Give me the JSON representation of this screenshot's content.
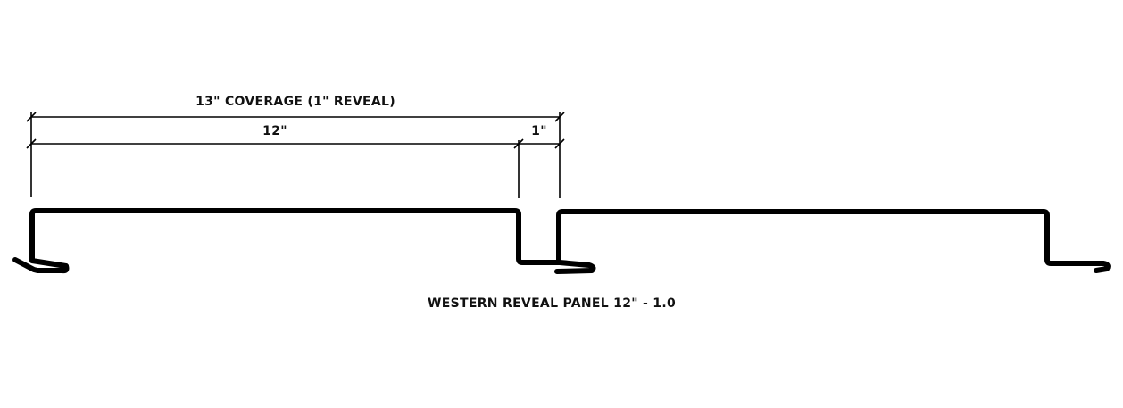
{
  "diagram": {
    "title": "WESTERN REVEAL PANEL 12\" - 1.0",
    "dimensions": {
      "coverage_label": "13\" COVERAGE (1\" REVEAL)",
      "panel_width_label": "12\"",
      "reveal_label": "1\""
    },
    "colors": {
      "stroke": "#000000",
      "background": "#ffffff",
      "text": "#111111"
    },
    "elements": [
      {
        "type": "dimension-line",
        "name": "coverage",
        "value": "13\""
      },
      {
        "type": "dimension-line",
        "name": "panel-width",
        "value": "12\""
      },
      {
        "type": "dimension-line",
        "name": "reveal",
        "value": "1\""
      },
      {
        "type": "panel-profile",
        "name": "panel-1"
      },
      {
        "type": "panel-profile",
        "name": "panel-2"
      }
    ]
  }
}
